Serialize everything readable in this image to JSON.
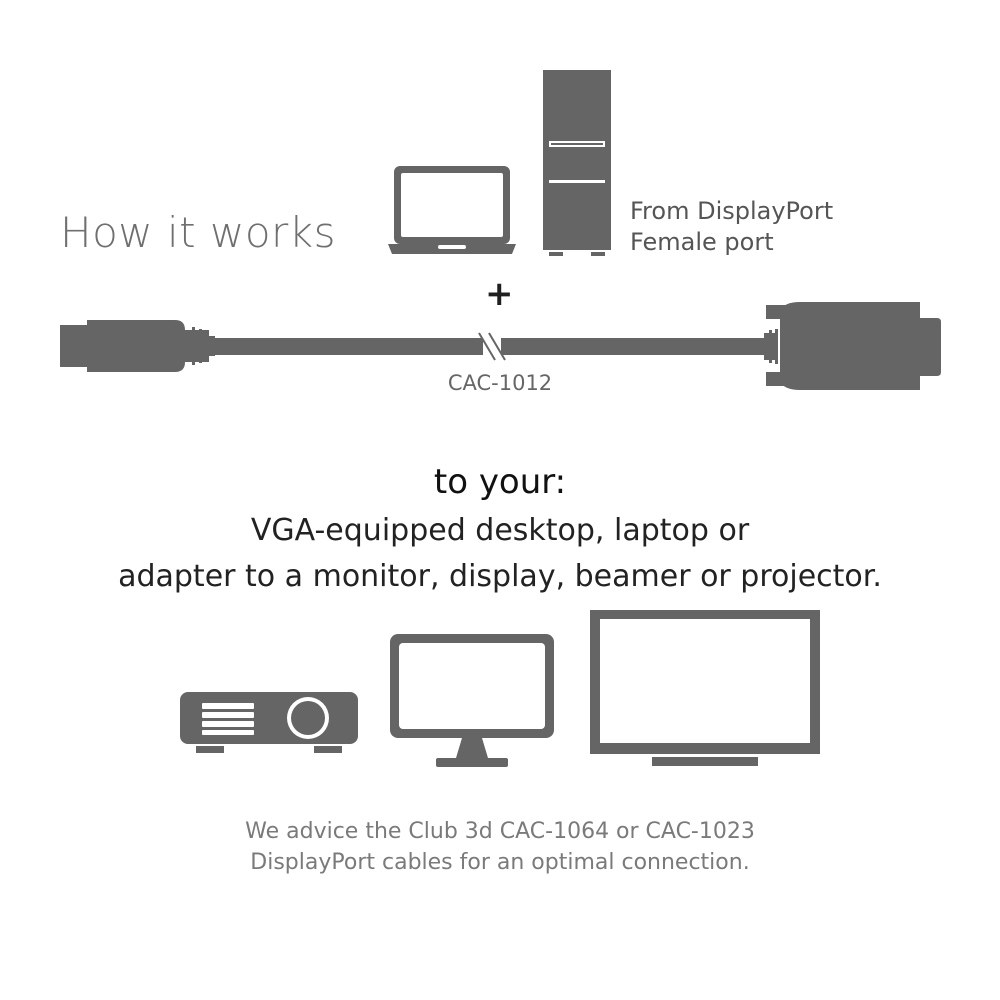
{
  "heading": "How it works",
  "source": {
    "line1": "From DisplayPort",
    "line2": "Female port"
  },
  "plus": "+",
  "cable": {
    "model": "CAC-1012"
  },
  "target": {
    "intro": "to your:",
    "line1": "VGA-equipped desktop, laptop or",
    "line2": "adapter to a monitor, display, beamer or projector."
  },
  "advice": {
    "line1": "We advice the Club 3d CAC-1064 or CAC-1023",
    "line2": "DisplayPort cables for an optimal connection."
  },
  "colors": {
    "icon": "#656565",
    "heading": "#6f6f6f",
    "text": "#111111",
    "advice": "#7a7a7a"
  }
}
